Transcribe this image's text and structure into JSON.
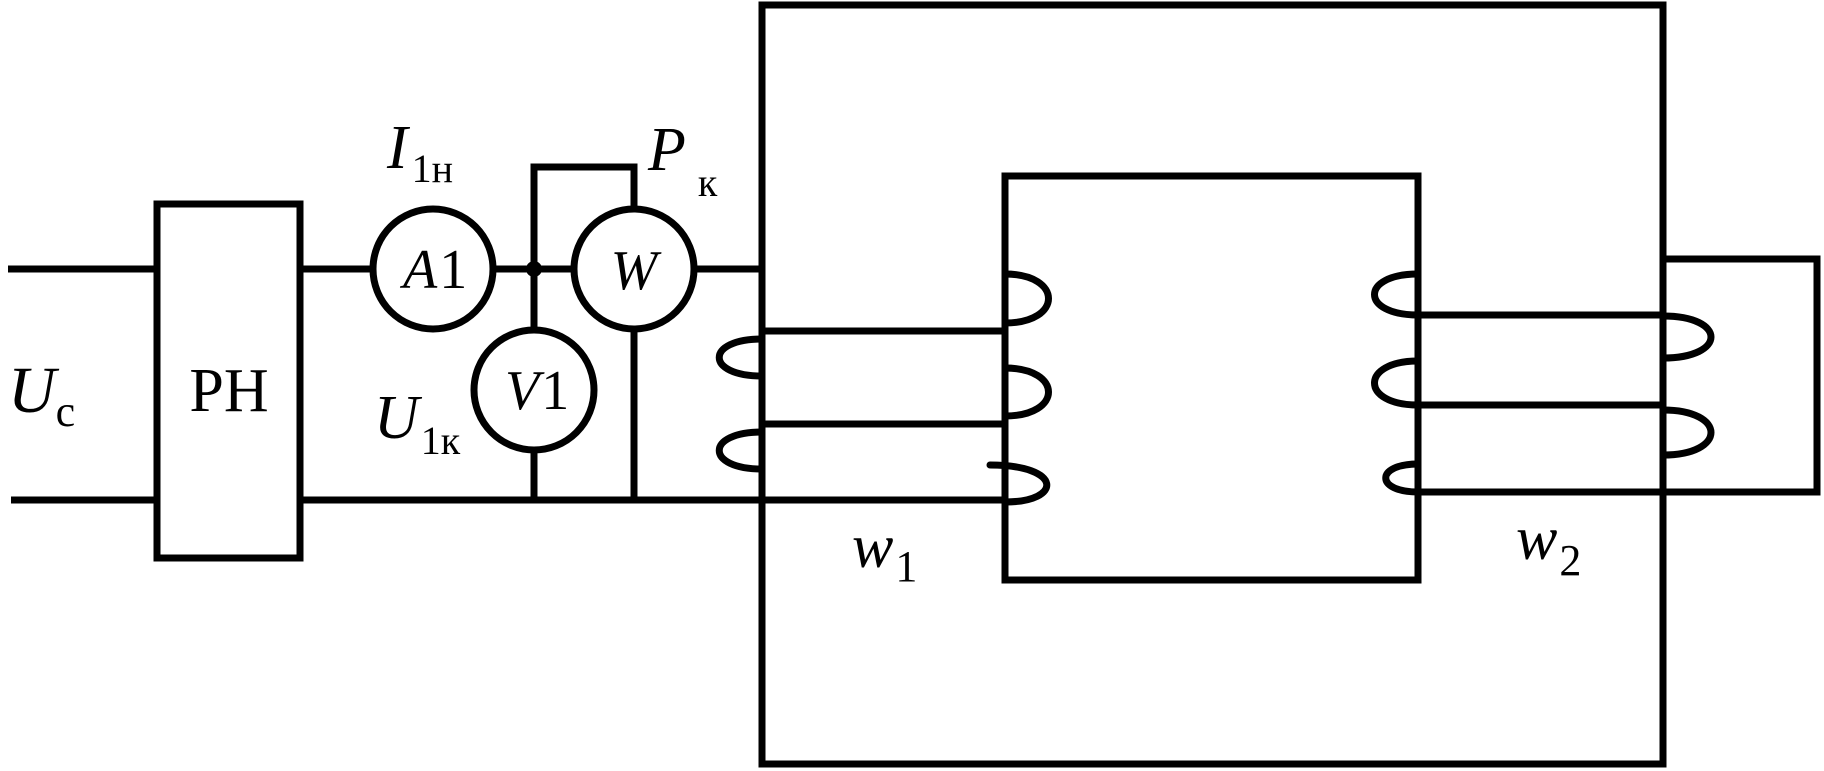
{
  "source": {
    "symbol": "U",
    "subscript": "с"
  },
  "regulator": {
    "label": "РН"
  },
  "ammeter": {
    "letter": "A",
    "index": "1",
    "caption": {
      "symbol": "I",
      "subscript": "1н"
    }
  },
  "wattmeter": {
    "letter": "W",
    "caption": {
      "symbol": "P",
      "subscript": "к"
    }
  },
  "voltmeter": {
    "letter": "V",
    "index": "1",
    "caption": {
      "symbol": "U",
      "subscript": "1к"
    }
  },
  "primary_winding": {
    "symbol": "w",
    "subscript": "1"
  },
  "secondary_winding": {
    "symbol": "w",
    "subscript": "2"
  }
}
